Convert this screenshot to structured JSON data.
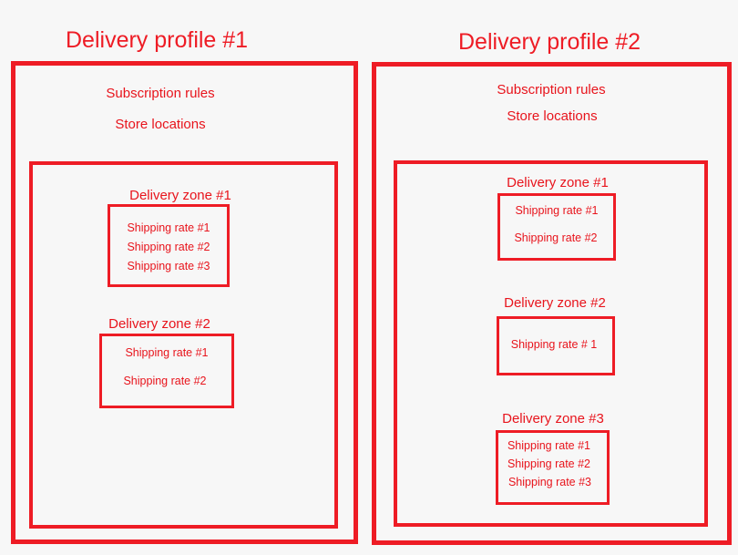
{
  "profiles": [
    {
      "title": "Delivery profile #1",
      "subscription_rules": "Subscription rules",
      "store_locations": "Store locations",
      "zones": [
        {
          "label": "Delivery zone #1",
          "rates": [
            "Shipping rate #1",
            "Shipping rate #2",
            "Shipping rate #3"
          ]
        },
        {
          "label": "Delivery zone #2",
          "rates": [
            "Shipping rate #1",
            "Shipping rate #2"
          ]
        }
      ]
    },
    {
      "title": "Delivery profile #2",
      "subscription_rules": "Subscription rules",
      "store_locations": "Store locations",
      "zones": [
        {
          "label": "Delivery zone #1",
          "rates": [
            "Shipping rate #1",
            "Shipping rate #2"
          ]
        },
        {
          "label": "Delivery zone #2",
          "rates": [
            "Shipping rate # 1"
          ]
        },
        {
          "label": "Delivery zone #3",
          "rates": [
            "Shipping rate #1",
            "Shipping rate #2",
            "Shipping rate #3"
          ]
        }
      ]
    }
  ],
  "colors": {
    "accent": "#ee1c25",
    "background": "#f7f7f7"
  }
}
